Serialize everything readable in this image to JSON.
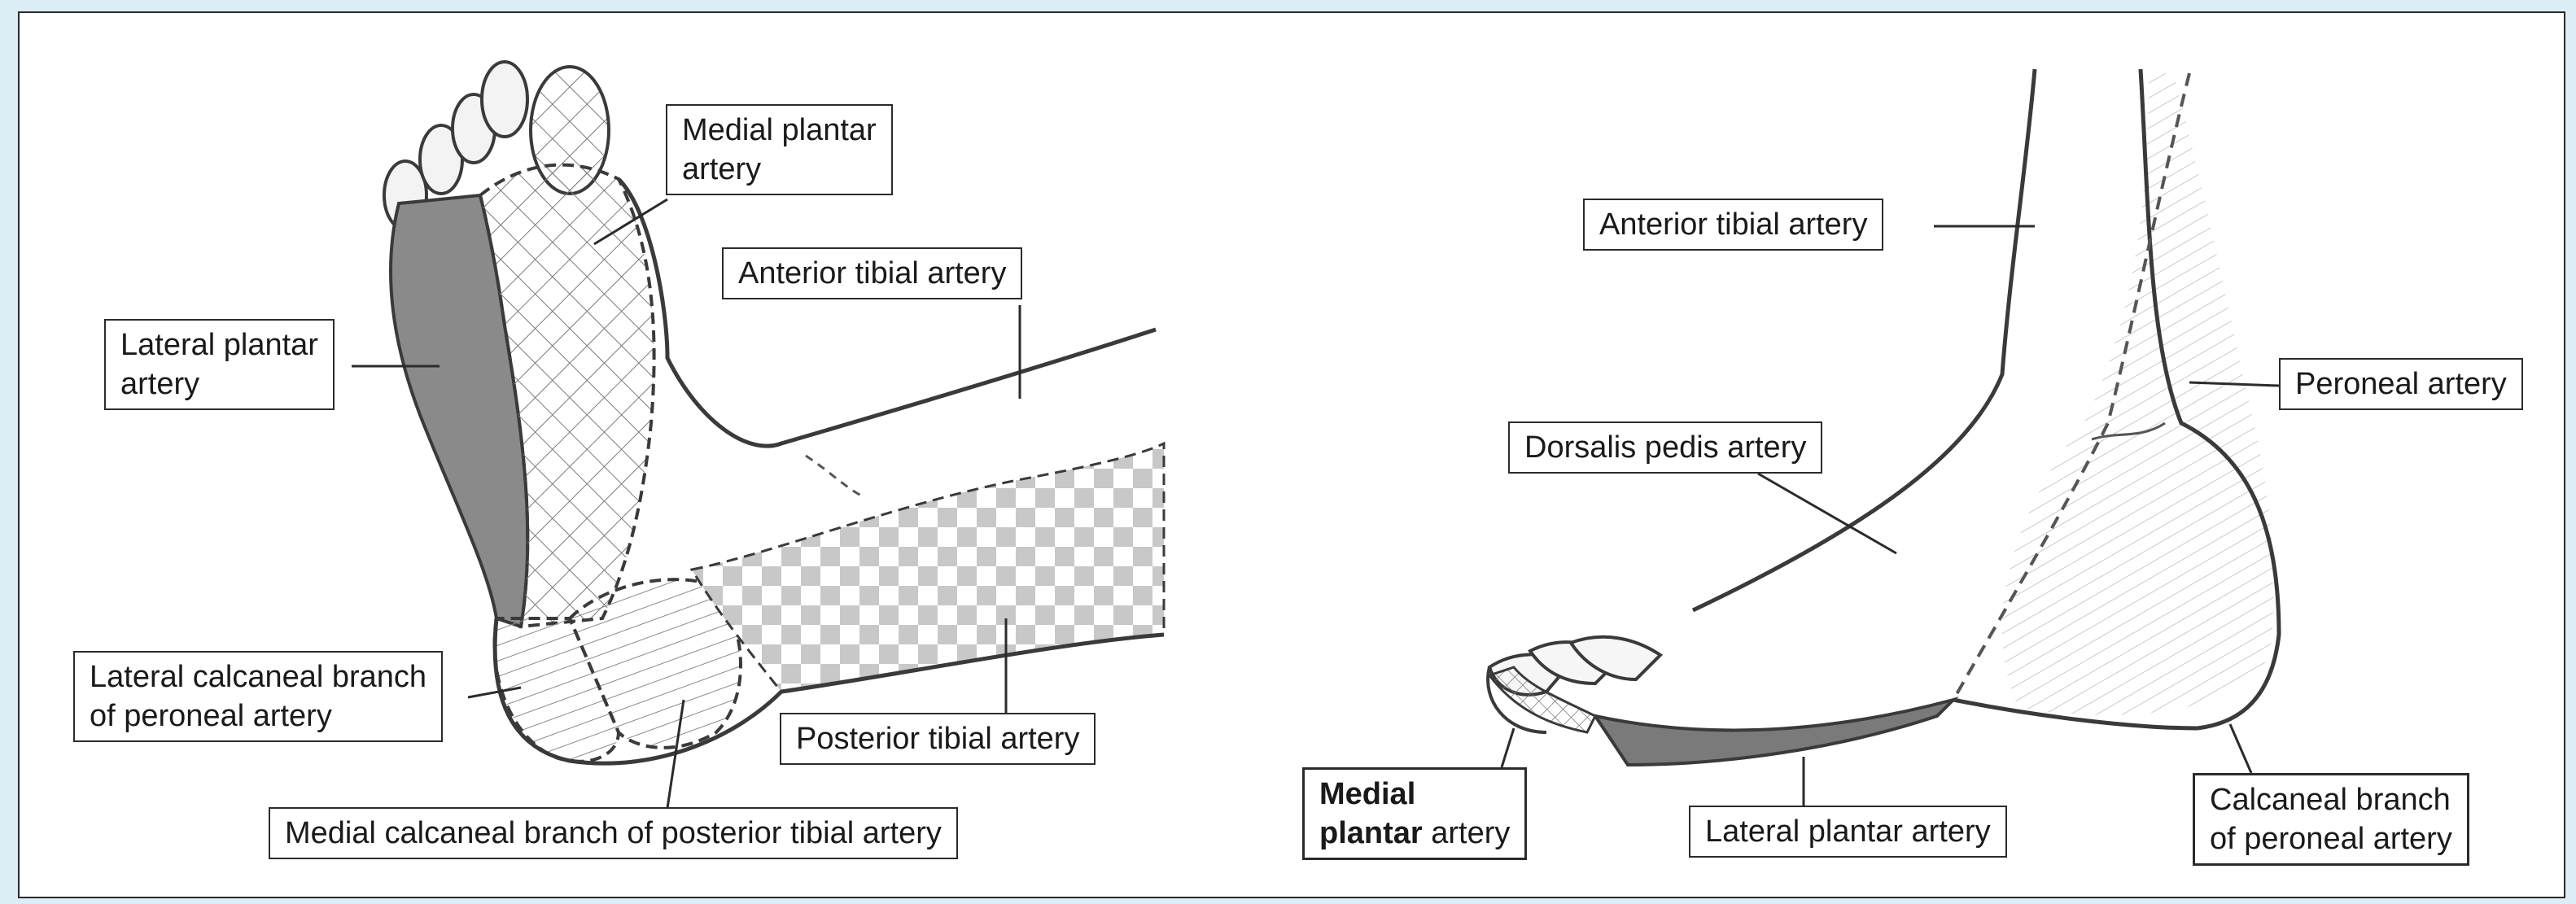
{
  "figure": {
    "left_panel": {
      "labels": {
        "medial_plantar": [
          "Medial plantar",
          "artery"
        ],
        "anterior_tibial": "Anterior tibial artery",
        "lateral_plantar": [
          "Lateral plantar",
          "artery"
        ],
        "lateral_calcaneal": [
          "Lateral calcaneal branch",
          "of peroneal artery"
        ],
        "posterior_tibial": "Posterior tibial artery",
        "medial_calcaneal": "Medial calcaneal branch of posterior tibial artery"
      }
    },
    "right_panel": {
      "labels": {
        "anterior_tibial": "Anterior tibial artery",
        "peroneal": "Peroneal artery",
        "dorsalis_pedis": "Dorsalis pedis artery",
        "medial_plantar_bold_1": "Medial",
        "medial_plantar_bold_2": "plantar",
        "medial_plantar_rest": " artery",
        "lateral_plantar": "Lateral plantar artery",
        "calcaneal_branch": [
          "Calcaneal branch",
          "of peroneal artery"
        ]
      }
    }
  },
  "colors": {
    "outline": "#3a3a3a",
    "lateral_plantar_fill": "#8a8a8a",
    "hatch": "#7a7a7a",
    "checker": "#c8c8c8",
    "light_fill": "#eaeaea",
    "background": "#dcedf6"
  }
}
